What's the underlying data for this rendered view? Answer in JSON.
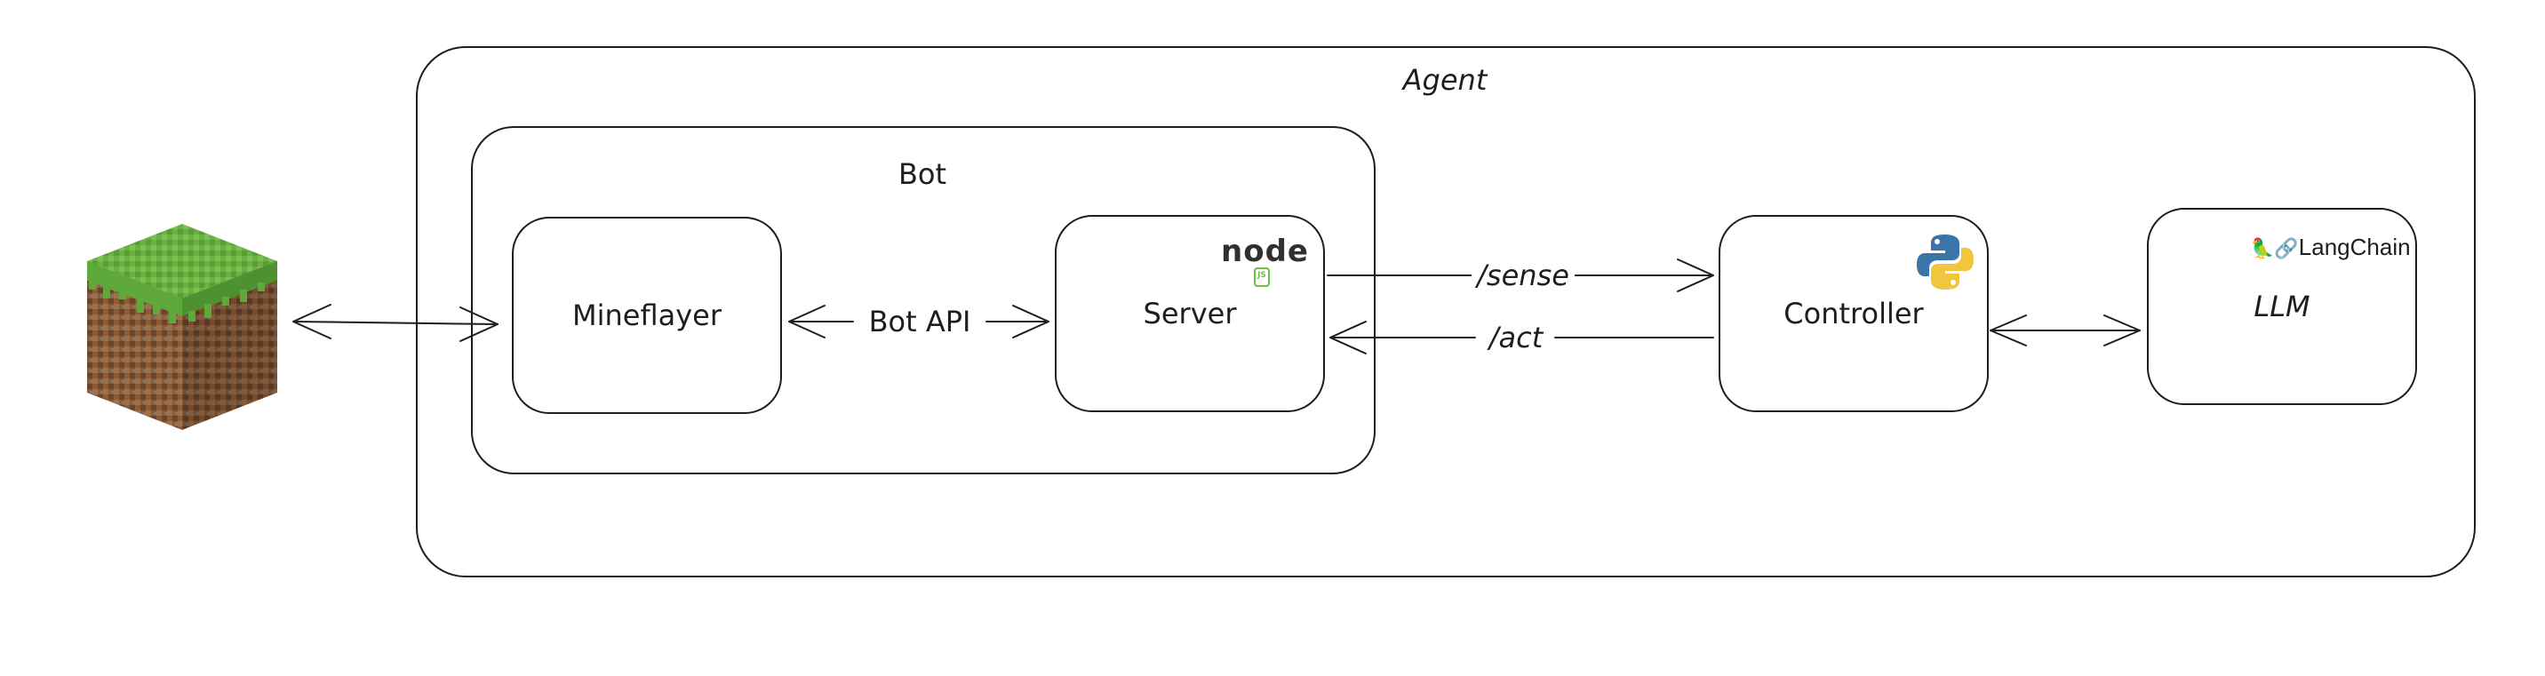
{
  "agent": {
    "title": "Agent"
  },
  "bot": {
    "title": "Bot"
  },
  "nodes": {
    "mineflayer": "Mineflayer",
    "server": "Server",
    "controller": "Controller",
    "llm": "LLM"
  },
  "edges": {
    "bot_api": "Bot API",
    "sense": "/sense",
    "act": "/act"
  },
  "logos": {
    "node": "node",
    "node_sub": "JS",
    "langchain": "LangChain",
    "langchain_emoji": "🦜🔗"
  },
  "icons": [
    "minecraft-grass-block-icon",
    "nodejs-logo-icon",
    "python-logo-icon",
    "langchain-logo-icon"
  ],
  "colors": {
    "stroke": "#1e1e1e",
    "grass": "#5fa83a",
    "dirt": "#8a5a36",
    "python_blue": "#3b75a8",
    "python_yellow": "#f2c63c"
  }
}
